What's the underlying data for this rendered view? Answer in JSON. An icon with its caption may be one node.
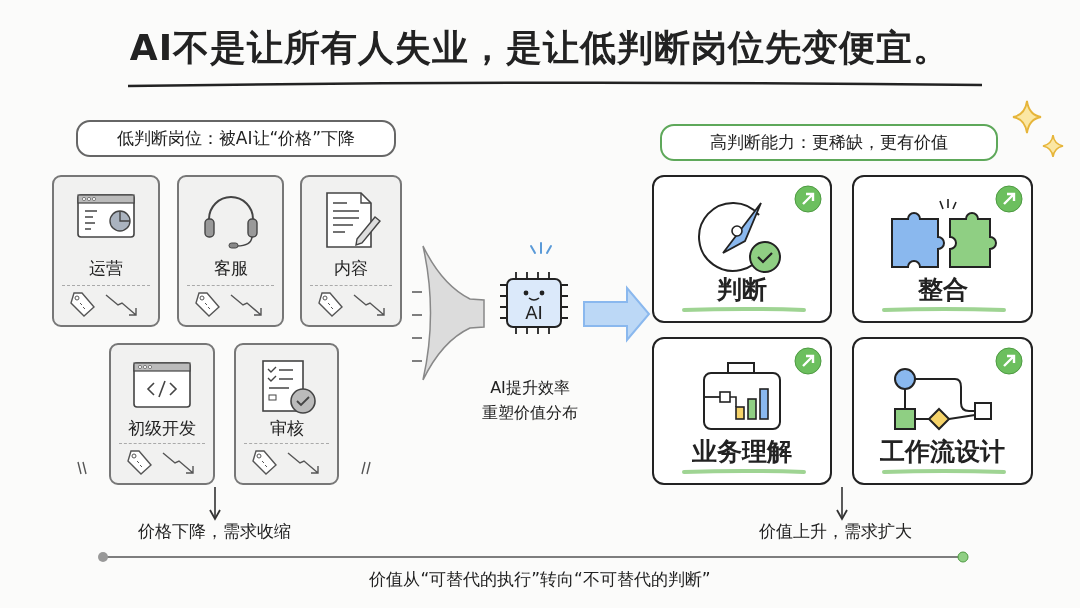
{
  "diagram": {
    "title": "AI不是让所有人失业，是让低判断岗位先变便宜。",
    "nodes": [
      {
        "text": [
          "低判断岗位：被AI让“价格”下降"
        ]
      },
      {
        "text": [
          "运营"
        ]
      },
      {
        "text": [
          "客服"
        ]
      },
      {
        "text": [
          "内容"
        ]
      },
      {
        "text": [
          "初级开发"
        ]
      },
      {
        "text": [
          "审核"
        ]
      },
      {
        "text": [],
        "shape": "funnel"
      },
      {
        "text": [
          "AI"
        ]
      },
      {
        "text": [
          "高判断能力：更稀缺，更有价值"
        ]
      },
      {
        "text": [
          "判断"
        ]
      },
      {
        "text": [
          "整合"
        ]
      },
      {
        "text": [
          "业务理解"
        ]
      },
      {
        "text": [
          "工作流设计"
        ]
      },
      {
        "text": [
          "价格下降，需求收缩"
        ]
      },
      {
        "text": [
          "价值上升，需求扩大"
        ]
      }
    ],
    "edges": [
      {
        "from": 7,
        "to": 9,
        "arrow": "to",
        "style": "thick",
        "color": "#8ab8ee"
      },
      {
        "from": 4,
        "to": 13,
        "arrow": "to"
      },
      {
        "from": 11,
        "to": 14,
        "arrow": "to"
      }
    ],
    "labels": [
      "AI提升效率",
      "重塑价值分布",
      "价值从“可替代的执行”转向“不可替代的判断”"
    ]
  }
}
